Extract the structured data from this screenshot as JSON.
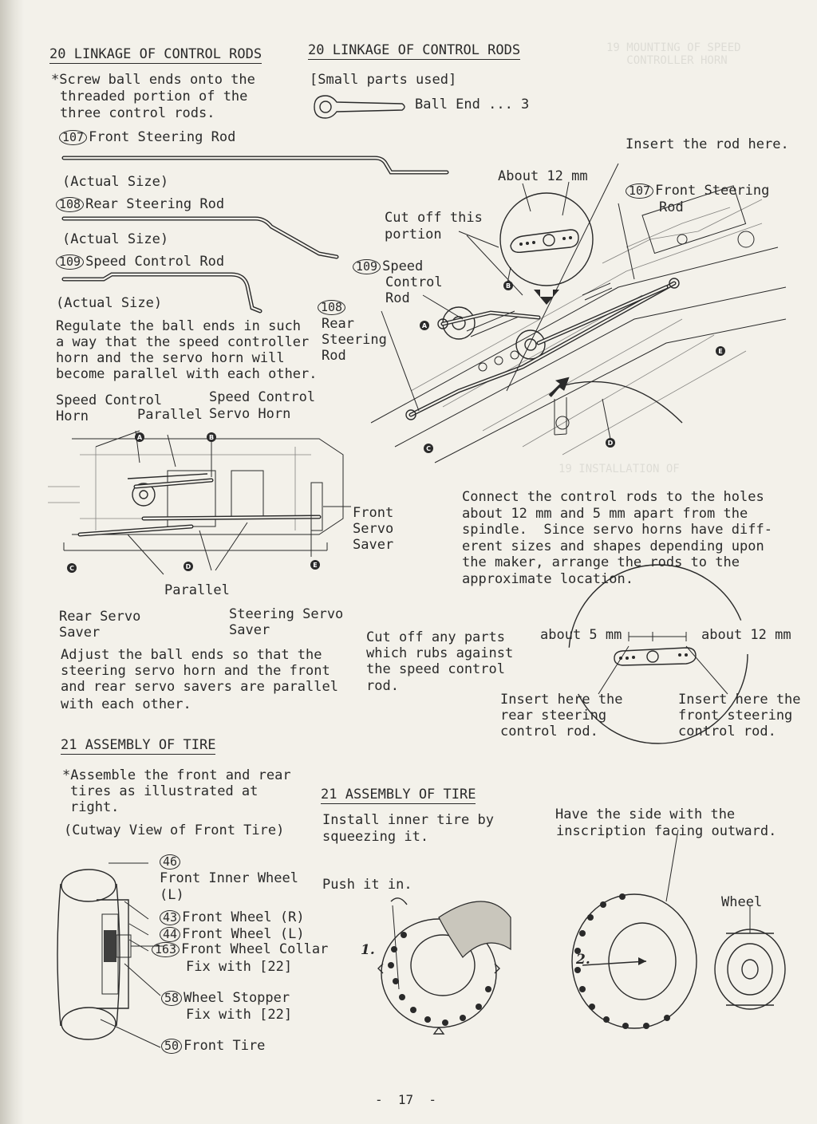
{
  "left": {
    "linkage_heading": "20 LINKAGE OF CONTROL RODS",
    "linkage_intro": [
      "*Screw ball ends onto the",
      "threaded portion of the",
      "three control rods."
    ],
    "rods": [
      {
        "number": "107",
        "name": "Front Steering Rod",
        "size": "(Actual Size)"
      },
      {
        "number": "108",
        "name": "Rear Steering Rod",
        "size": "(Actual Size)"
      },
      {
        "number": "109",
        "name": "Speed Control Rod",
        "size": "(Actual Size)"
      }
    ],
    "regulate_text": [
      "Regulate the ball ends in such",
      "a way that the speed controller",
      "horn and the servo horn will",
      "become parallel with each other."
    ],
    "horn_labels": {
      "speed_control_horn": [
        "Speed Control",
        "Horn"
      ],
      "parallel": "Parallel",
      "speed_control_servo_horn": [
        "Speed Control",
        "Servo Horn"
      ]
    },
    "front_servo_saver": [
      "Front",
      "Servo",
      "Saver"
    ],
    "parallel_label": "Parallel",
    "rear_servo_saver": [
      "Rear Servo",
      "Saver"
    ],
    "steering_servo_saver": [
      "Steering Servo",
      "Saver"
    ],
    "adjust_text": [
      "Adjust the ball ends so that the",
      "steering servo horn and the front",
      "and rear servo savers are parallel",
      "with each other."
    ],
    "tire_heading": "21 ASSEMBLY OF TIRE",
    "tire_intro": [
      "*Assemble the front and rear",
      "tires as illustrated at",
      "right."
    ],
    "cutaway_caption": "(Cutway View of Front Tire)",
    "tire_parts": [
      {
        "number": "46",
        "lines": [
          "Front Inner Wheel",
          "(L)"
        ]
      },
      {
        "number": "43",
        "lines": [
          "Front Wheel (R)"
        ]
      },
      {
        "number": "44",
        "lines": [
          "Front Wheel (L)"
        ]
      },
      {
        "number": "163",
        "lines": [
          "Front Wheel Collar",
          "Fix with [22]"
        ]
      },
      {
        "number": "58",
        "lines": [
          "Wheel Stopper",
          "Fix with [22]"
        ]
      },
      {
        "number": "50",
        "lines": [
          "Front Tire"
        ]
      }
    ]
  },
  "right": {
    "linkage_heading": "20 LINKAGE OF CONTROL RODS",
    "small_parts_title": "[Small parts used]",
    "small_part": "Ball End ... 3",
    "insert_rod_here": "Insert the rod here.",
    "about_12mm": "About 12 mm",
    "front_steering_rod": [
      "Front Steering",
      "Rod"
    ],
    "front_steering_number": "107",
    "cut_off_portion": [
      "Cut off this",
      "portion"
    ],
    "speed_control_rod": [
      "Speed",
      "Control",
      "Rod"
    ],
    "speed_control_number": "109",
    "rear_steering_rod": [
      "Rear",
      "Steering",
      "Rod"
    ],
    "rear_steering_number": "108",
    "connect_text": [
      "Connect the control rods to the holes",
      "about 12 mm and 5 mm apart from the",
      "spindle.  Since servo horns have diff-",
      "erent sizes and shapes depending upon",
      "the maker, arrange the rods to the",
      "approximate location."
    ],
    "cut_off_any": [
      "Cut off any parts",
      "which rubs against",
      "the speed control",
      "rod."
    ],
    "about_5mm": "about 5 mm",
    "about_12mm_small": "about 12 mm",
    "insert_rear": [
      "Insert here the",
      "rear steering",
      "control rod."
    ],
    "insert_front": [
      "Insert here the",
      "front steering",
      "control rod."
    ],
    "tire_heading": "21 ASSEMBLY OF TIRE",
    "install_text": [
      "Install inner tire by",
      "squeezing it."
    ],
    "inscription_text": [
      "Have the side with the",
      "inscription facing outward."
    ],
    "push_text": "Push it in.",
    "wheel_label": "Wheel",
    "step1": "1.",
    "step2": "2."
  },
  "page_number": "-  17  -",
  "markers": [
    "A",
    "B",
    "C",
    "D",
    "E"
  ]
}
